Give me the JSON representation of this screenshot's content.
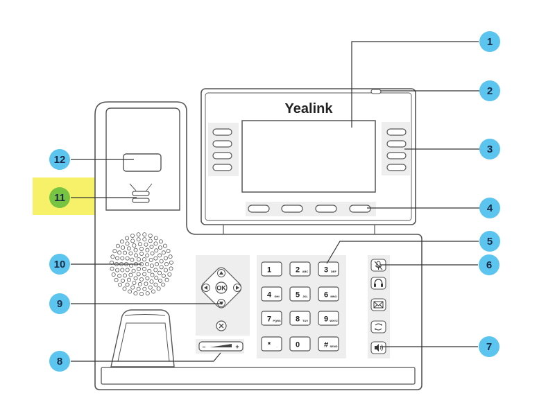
{
  "brand": "Yealink",
  "colors": {
    "callout_fill": "#5bc4ef",
    "callout_fill_highlight": "#76c442",
    "callout_text": "#1b2a44",
    "highlight_band": "#f7f16a",
    "outline": "#555555",
    "panel_grey": "#eeeeee"
  },
  "callouts": [
    {
      "id": "1",
      "label": "1"
    },
    {
      "id": "2",
      "label": "2"
    },
    {
      "id": "3",
      "label": "3"
    },
    {
      "id": "4",
      "label": "4"
    },
    {
      "id": "5",
      "label": "5"
    },
    {
      "id": "6",
      "label": "6"
    },
    {
      "id": "7",
      "label": "7"
    },
    {
      "id": "8",
      "label": "8"
    },
    {
      "id": "9",
      "label": "9"
    },
    {
      "id": "10",
      "label": "10"
    },
    {
      "id": "11",
      "label": "11",
      "highlighted": true
    },
    {
      "id": "12",
      "label": "12"
    }
  ],
  "keypad": [
    {
      "main": "1",
      "sub": ""
    },
    {
      "main": "2",
      "sub": "ABC"
    },
    {
      "main": "3",
      "sub": "DEF"
    },
    {
      "main": "4",
      "sub": "GHI"
    },
    {
      "main": "5",
      "sub": "JKL"
    },
    {
      "main": "6",
      "sub": "MNO"
    },
    {
      "main": "7",
      "sub": "PQRS"
    },
    {
      "main": "8",
      "sub": "TUV"
    },
    {
      "main": "9",
      "sub": "WXYZ"
    },
    {
      "main": "*",
      "sub": "."
    },
    {
      "main": "0",
      "sub": ""
    },
    {
      "main": "#",
      "sub": "SEND"
    }
  ],
  "nav": {
    "ok_label": "OK"
  },
  "volume": {
    "minus": "–",
    "plus": "+"
  },
  "feature_keys": [
    {
      "icon": "mute-icon"
    },
    {
      "icon": "headset-icon"
    },
    {
      "icon": "message-icon"
    },
    {
      "icon": "redial-icon"
    },
    {
      "icon": "speakerphone-icon"
    }
  ]
}
